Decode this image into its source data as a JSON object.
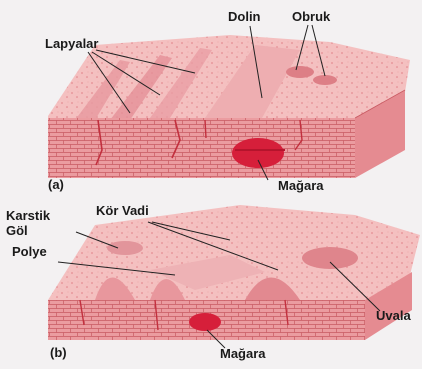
{
  "panels": [
    {
      "id": "a",
      "tag": "(a)",
      "labels": {
        "lapyalar": "Lapyalar",
        "dolin": "Dolin",
        "obruk": "Obruk",
        "magara": "Mağara"
      }
    },
    {
      "id": "b",
      "tag": "(b)",
      "labels": {
        "karstik_gol": "Karstik\nGöl",
        "kor_vadi": "Kör Vadi",
        "polye": "Polye",
        "uvala": "Uvala",
        "magara": "Mağara"
      }
    }
  ],
  "colors": {
    "block_top": "#f2b4b4",
    "block_front": "#e88f93",
    "block_side": "#e47f84",
    "brick_line": "#c24a52",
    "cave": "#d81e3a",
    "leader": "#222222"
  }
}
